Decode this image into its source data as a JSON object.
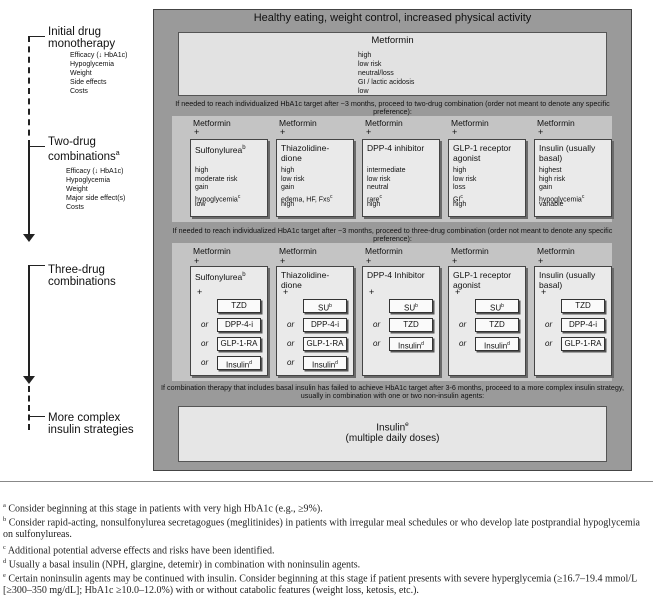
{
  "header": "Healthy eating, weight control, increased physical activity",
  "stages": [
    {
      "label": "Initial drug monotherapy"
    },
    {
      "label": "Two-drug combinations",
      "sup": "a"
    },
    {
      "label": "Three-drug combinations"
    },
    {
      "label": "More complex insulin strategies"
    }
  ],
  "attributes_mono": [
    "Efficacy (↓ HbA1c)",
    "Hypoglycemia",
    "Weight",
    "Side effects",
    "Costs"
  ],
  "attributes_two": [
    "Efficacy (↓ HbA1c)",
    "Hypoglycemia",
    "Weight",
    "Major side effect(s)",
    "Costs"
  ],
  "metformin": {
    "title": "Metformin",
    "values": [
      "high",
      "low risk",
      "neutral/loss",
      "GI / lactic acidosis",
      "low"
    ]
  },
  "note1": "If needed to reach individualized HbA1c target after ~3 months, proceed to two-drug combination (order not meant to denote any specific preference):",
  "note2": "If needed to reach individualized HbA1c target after ~3 months, proceed to three-drug combination (order not meant to denote any specific preference):",
  "note3": "If combination therapy that includes basal insulin has failed to achieve HbA1c target after 3-6 months, proceed to a more complex insulin strategy, usually in combination with one or two non-insulin agents:",
  "col_head": "Metformin",
  "two_drug": [
    {
      "name": "Sulfonylurea",
      "sup": "b",
      "values": [
        "high",
        "moderate risk",
        "gain",
        "hypoglycemia",
        "low"
      ],
      "vsup": [
        "",
        "",
        "",
        "c",
        ""
      ]
    },
    {
      "name": "Thiazolidine-dione",
      "values": [
        "high",
        "low risk",
        "gain",
        "edema, HF, Fxs",
        "high"
      ],
      "vsup": [
        "",
        "",
        "",
        "c",
        ""
      ]
    },
    {
      "name": "DPP-4 inhibitor",
      "values": [
        "intermediate",
        "low risk",
        "neutral",
        "rare",
        "high"
      ],
      "vsup": [
        "",
        "",
        "",
        "c",
        ""
      ]
    },
    {
      "name": "GLP-1 receptor agonist",
      "values": [
        "high",
        "low risk",
        "loss",
        "GI",
        "high"
      ],
      "vsup": [
        "",
        "",
        "",
        "c",
        ""
      ]
    },
    {
      "name": "Insulin (usually basal)",
      "values": [
        "highest",
        "high risk",
        "gain",
        "hypoglycemia",
        "variable"
      ],
      "vsup": [
        "",
        "",
        "",
        "c",
        ""
      ]
    }
  ],
  "three_drug": [
    {
      "name": "Sulfonylurea",
      "sup": "b",
      "options": [
        "TZD",
        "DPP-4-i",
        "GLP-1-RA",
        "Insulin"
      ],
      "osup": [
        "",
        "",
        "",
        "d"
      ]
    },
    {
      "name": "Thiazolidine-dione",
      "options": [
        "SU",
        "DPP-4-i",
        "GLP-1-RA",
        "Insulin"
      ],
      "osup": [
        "b",
        "",
        "",
        "d"
      ]
    },
    {
      "name": "DPP-4 Inhibitor",
      "options": [
        "SU",
        "TZD",
        "Insulin"
      ],
      "osup": [
        "b",
        "",
        "d"
      ]
    },
    {
      "name": "GLP-1 receptor agonist",
      "options": [
        "SU",
        "TZD",
        "Insulin"
      ],
      "osup": [
        "b",
        "",
        "d"
      ]
    },
    {
      "name": "Insulin (usually basal)",
      "options": [
        "TZD",
        "DPP-4-i",
        "GLP-1-RA"
      ],
      "osup": [
        "",
        "",
        ""
      ]
    }
  ],
  "or_label": "or",
  "plus": "+",
  "insulin_final": {
    "line1": "Insulin",
    "sup": "e",
    "line2": "(multiple daily doses)"
  },
  "footnotes": [
    {
      "mark": "a",
      "text": "Consider beginning at this stage in patients with very high HbA1c (e.g., ≥9%)."
    },
    {
      "mark": "b",
      "text": "Consider rapid-acting, nonsulfonylurea secretagogues (meglitinides) in patients with irregular meal schedules or who develop late postprandial hypoglycemia on sulfonylureas."
    },
    {
      "mark": "c",
      "text": "Additional potential adverse effects and risks have been identified."
    },
    {
      "mark": "d",
      "text": "Usually a basal insulin (NPH, glargine, detemir) in combination with noninsulin agents."
    },
    {
      "mark": "e",
      "text": "Certain noninsulin agents may be continued with insulin. Consider beginning at this stage if patient presents with severe hyperglycemia (≥16.7–19.4 mmol/L [≥300–350 mg/dL]; HbA1c ≥10.0–12.0%) with or without catabolic features (weight loss, ketosis, etc.)."
    }
  ]
}
